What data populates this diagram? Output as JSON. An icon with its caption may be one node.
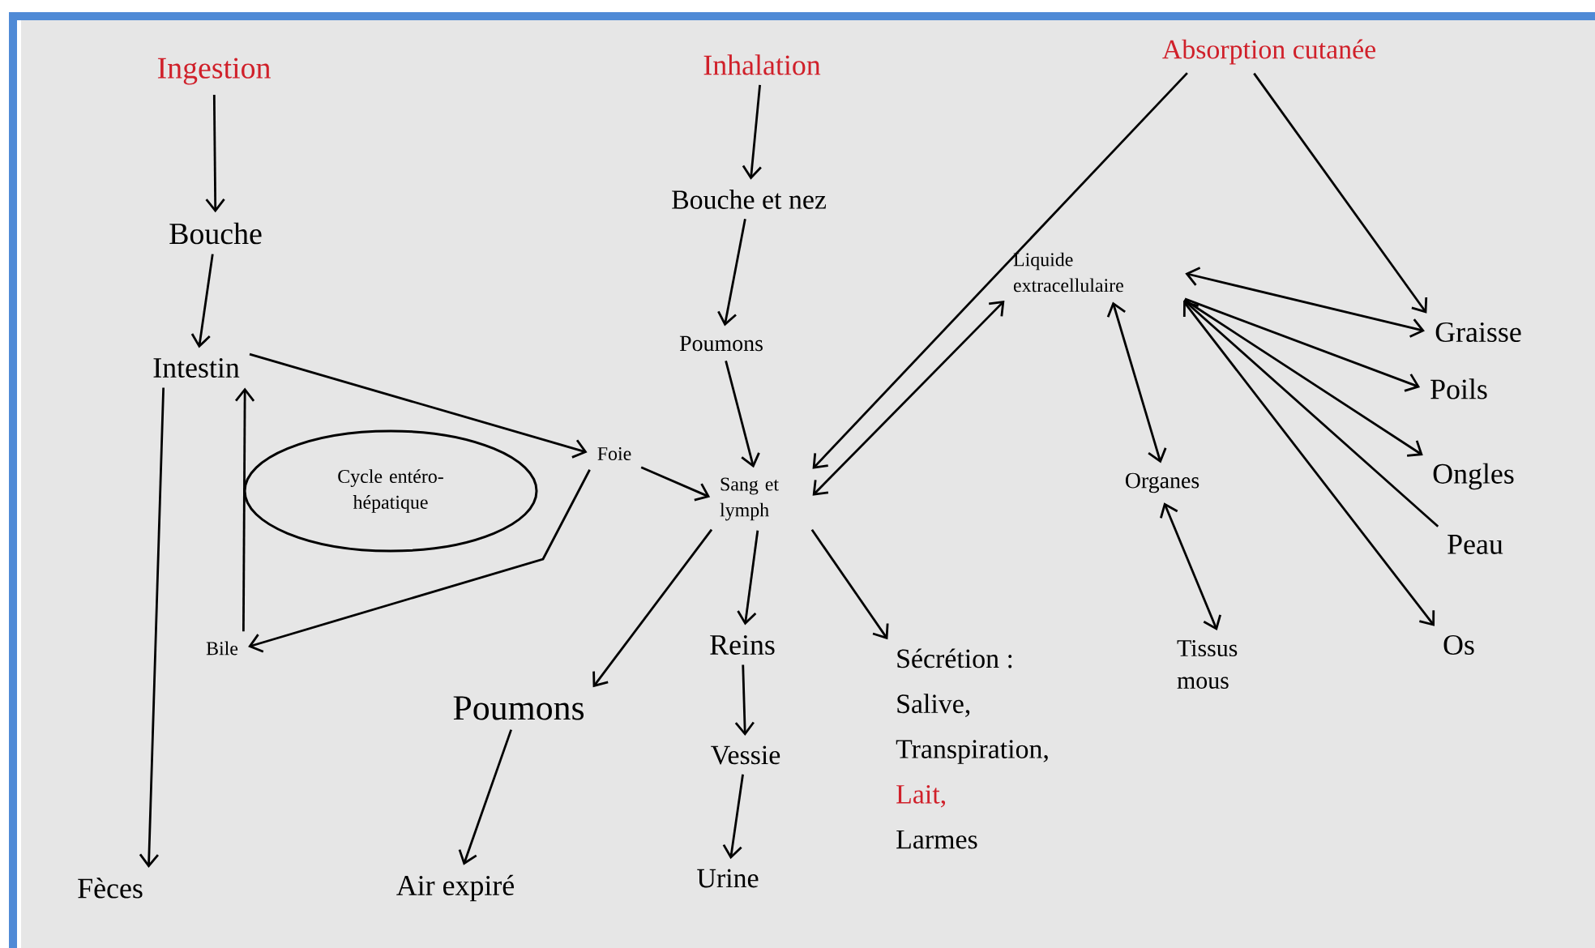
{
  "diagram": {
    "nodes": [
      {
        "text": [
          "Ingestion"
        ]
      },
      {
        "text": [
          "Bouche"
        ]
      },
      {
        "text": [
          "Intestin"
        ]
      },
      {
        "text": [
          "Cycle entéro-hépatique"
        ]
      },
      {
        "text": [
          "Foie"
        ]
      },
      {
        "text": [
          "Bile"
        ]
      },
      {
        "text": [
          "Fèces"
        ]
      },
      {
        "text": [
          "Inhalation"
        ]
      },
      {
        "text": [
          "Bouche et nez"
        ]
      },
      {
        "text": [
          "Poumons"
        ]
      },
      {
        "text": [
          "Sang et lymph"
        ]
      },
      {
        "text": [
          "Poumons"
        ]
      },
      {
        "text": [
          "Air expiré"
        ]
      },
      {
        "text": [
          "Reins"
        ]
      },
      {
        "text": [
          "Vessie"
        ]
      },
      {
        "text": [
          "Urine"
        ]
      },
      {
        "text": [
          "Sécrétion :",
          "Salive,",
          "Transpiration,",
          "Lait,",
          "Larmes"
        ]
      },
      {
        "text": [
          "Absorption cutanée"
        ]
      },
      {
        "text": [
          "Liquide extracellulaire"
        ]
      },
      {
        "text": [
          "Organes"
        ]
      },
      {
        "text": [
          "Tissus mous"
        ]
      },
      {
        "text": [
          "Graisse"
        ]
      },
      {
        "text": [
          "Poils"
        ]
      },
      {
        "text": [
          "Ongles"
        ]
      },
      {
        "text": [
          "Peau"
        ]
      },
      {
        "text": [
          "Os"
        ]
      }
    ],
    "edges": [
      {
        "from": 0,
        "to": 1,
        "arrow": "to"
      },
      {
        "from": 1,
        "to": 2,
        "arrow": "to"
      },
      {
        "from": 2,
        "to": 4,
        "arrow": "to"
      },
      {
        "from": 2,
        "to": 6,
        "arrow": "to"
      },
      {
        "from": 5,
        "to": 2,
        "arrow": "to"
      },
      {
        "from": 4,
        "to": 5,
        "arrow": "to"
      },
      {
        "from": 4,
        "to": 10,
        "arrow": "to"
      },
      {
        "from": 7,
        "to": 8,
        "arrow": "to"
      },
      {
        "from": 8,
        "to": 9,
        "arrow": "to"
      },
      {
        "from": 9,
        "to": 10,
        "arrow": "to"
      },
      {
        "from": 17,
        "to": 10,
        "arrow": "to"
      },
      {
        "from": 17,
        "to": 21,
        "arrow": "to"
      },
      {
        "from": 10,
        "to": 18,
        "arrow": "both"
      },
      {
        "from": 10,
        "to": 11,
        "arrow": "to"
      },
      {
        "from": 10,
        "to": 13,
        "arrow": "to"
      },
      {
        "from": 10,
        "to": 16,
        "arrow": "to"
      },
      {
        "from": 13,
        "to": 14,
        "arrow": "to"
      },
      {
        "from": 14,
        "to": 15,
        "arrow": "to"
      },
      {
        "from": 18,
        "to": 21,
        "arrow": "both"
      },
      {
        "from": 18,
        "to": 22,
        "arrow": "to"
      },
      {
        "from": 18,
        "to": 23,
        "arrow": "to"
      },
      {
        "from": 18,
        "to": 24,
        "arrow": "none"
      },
      {
        "from": 18,
        "to": 25,
        "arrow": "both"
      },
      {
        "from": 18,
        "to": 19,
        "arrow": "both"
      },
      {
        "from": 19,
        "to": 20,
        "arrow": "both"
      },
      {
        "from": 11,
        "to": 12,
        "arrow": "to"
      }
    ]
  }
}
